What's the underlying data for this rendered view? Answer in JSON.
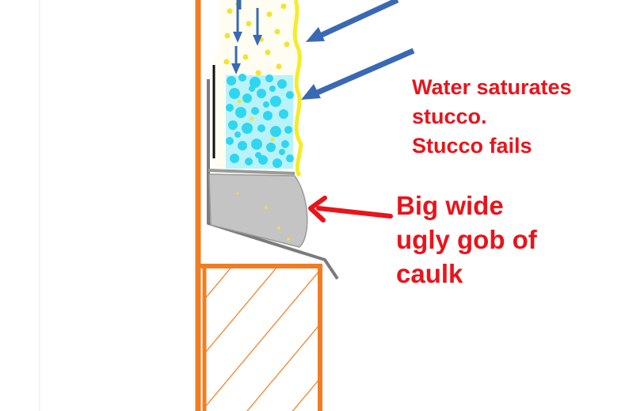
{
  "annotations": {
    "water": {
      "lines": [
        "Water saturates",
        "stucco.",
        "Stucco fails"
      ]
    },
    "caulk": {
      "lines": [
        "Big wide",
        "ugly gob of",
        "caulk"
      ]
    }
  },
  "colors": {
    "label": "#e8141b",
    "frame": "#f07d24",
    "stucco_edge": "#f4ec2a",
    "stucco_dots": "#f2e432",
    "wet_zone": "#2ed6ef",
    "arrow": "#3a69b3",
    "flashing": "#7b7b7b",
    "caulk_fill": "#c4c4c4",
    "paper": "#111111"
  },
  "icons": {
    "rain_arrows": "arrow-down-icon",
    "water_arrows": "arrow-diagonal-icon",
    "pointer_arrow": "arrow-left-icon"
  }
}
